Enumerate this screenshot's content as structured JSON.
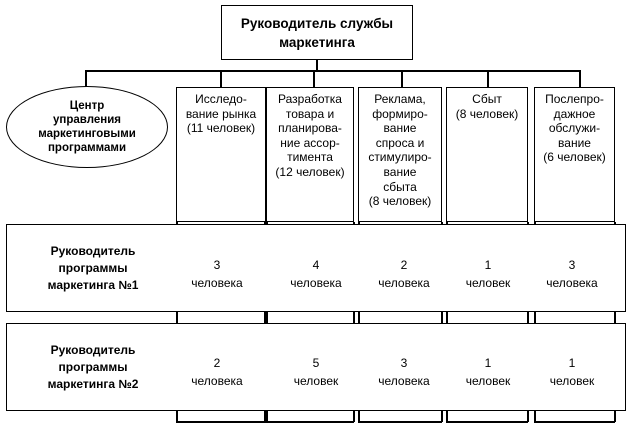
{
  "head": {
    "title_line1": "Руководитель службы",
    "title_line2": "маркетинга"
  },
  "center": {
    "line1": "Центр",
    "line2": "управления",
    "line3": "маркетинговыми",
    "line4": "программами"
  },
  "departments": [
    {
      "text": "Исследо-\nвание рынка\n(11 человек)"
    },
    {
      "text": "Разработка\nтовара и\nпланирова-\nние ассор-\nтимента\n(12 человек)"
    },
    {
      "text": "Реклама,\nформиро-\nвание\nспроса и\nстимулиро-\nвание\nсбыта\n(8 человек)"
    },
    {
      "text": "Сбыт\n(8 человек)"
    },
    {
      "text": "Послепро-\nдажное\nобслужи-\nвание\n(6 человек)"
    }
  ],
  "programs": [
    {
      "label_line1": "Руководитель",
      "label_line2": "программы",
      "label_line3": "маркетинга №1",
      "cells": [
        {
          "num": "3",
          "unit": "человека"
        },
        {
          "num": "4",
          "unit": "человека"
        },
        {
          "num": "2",
          "unit": "человека"
        },
        {
          "num": "1",
          "unit": "человек"
        },
        {
          "num": "3",
          "unit": "человека"
        }
      ]
    },
    {
      "label_line1": "Руководитель",
      "label_line2": "программы",
      "label_line3": "маркетинга №2",
      "cells": [
        {
          "num": "2",
          "unit": "человека"
        },
        {
          "num": "5",
          "unit": "человек"
        },
        {
          "num": "3",
          "unit": "человека"
        },
        {
          "num": "1",
          "unit": "человек"
        },
        {
          "num": "1",
          "unit": "человек"
        }
      ]
    }
  ]
}
